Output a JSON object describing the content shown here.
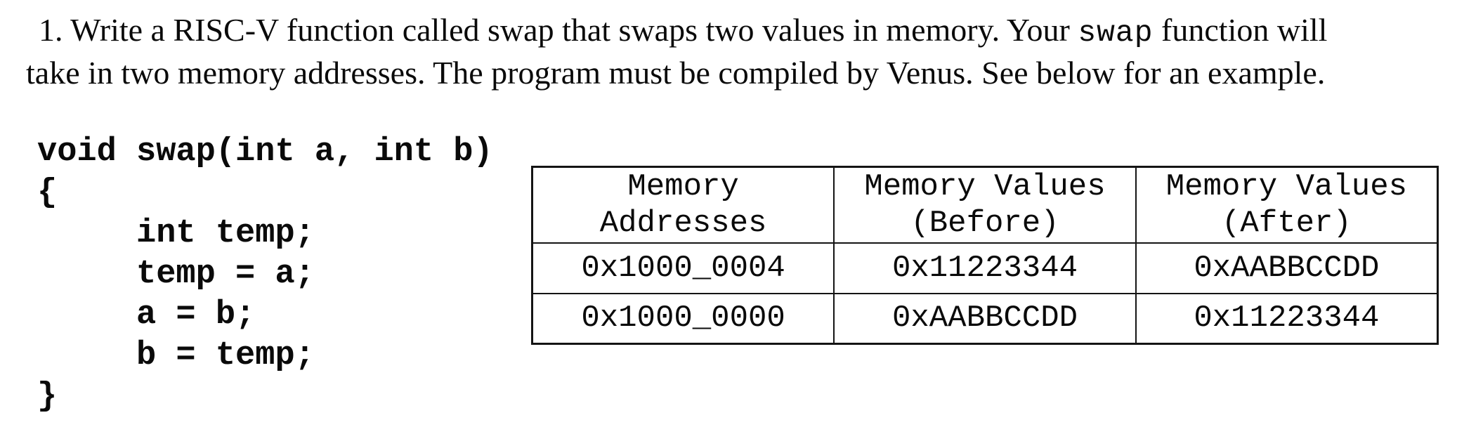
{
  "document": {
    "background_color": "#ffffff",
    "text_color": "#0a0a0a",
    "table_border_color": "#141414"
  },
  "problem_statement": {
    "line1_before": "1. Write a RISC-V function called swap that swaps two values in memory. Your ",
    "line1_mono": "swap",
    "line1_after": " function will",
    "line2": "take in two memory addresses. The program must be compiled by Venus. See below for an example."
  },
  "code_block": {
    "lines": [
      "void swap(int a, int b)",
      "{",
      "     int temp;",
      "     temp = a;",
      "     a = b;",
      "     b = temp;",
      "}"
    ]
  },
  "memory_table": {
    "headers": [
      {
        "line1": "Memory",
        "line2": "Addresses"
      },
      {
        "line1": "Memory Values",
        "line2": "(Before)"
      },
      {
        "line1": "Memory Values",
        "line2": "(After)"
      }
    ],
    "rows": [
      [
        "0x1000_0004",
        "0x11223344",
        "0xAABBCCDD"
      ],
      [
        "0x1000_0000",
        "0xAABBCCDD",
        "0x11223344"
      ]
    ]
  }
}
